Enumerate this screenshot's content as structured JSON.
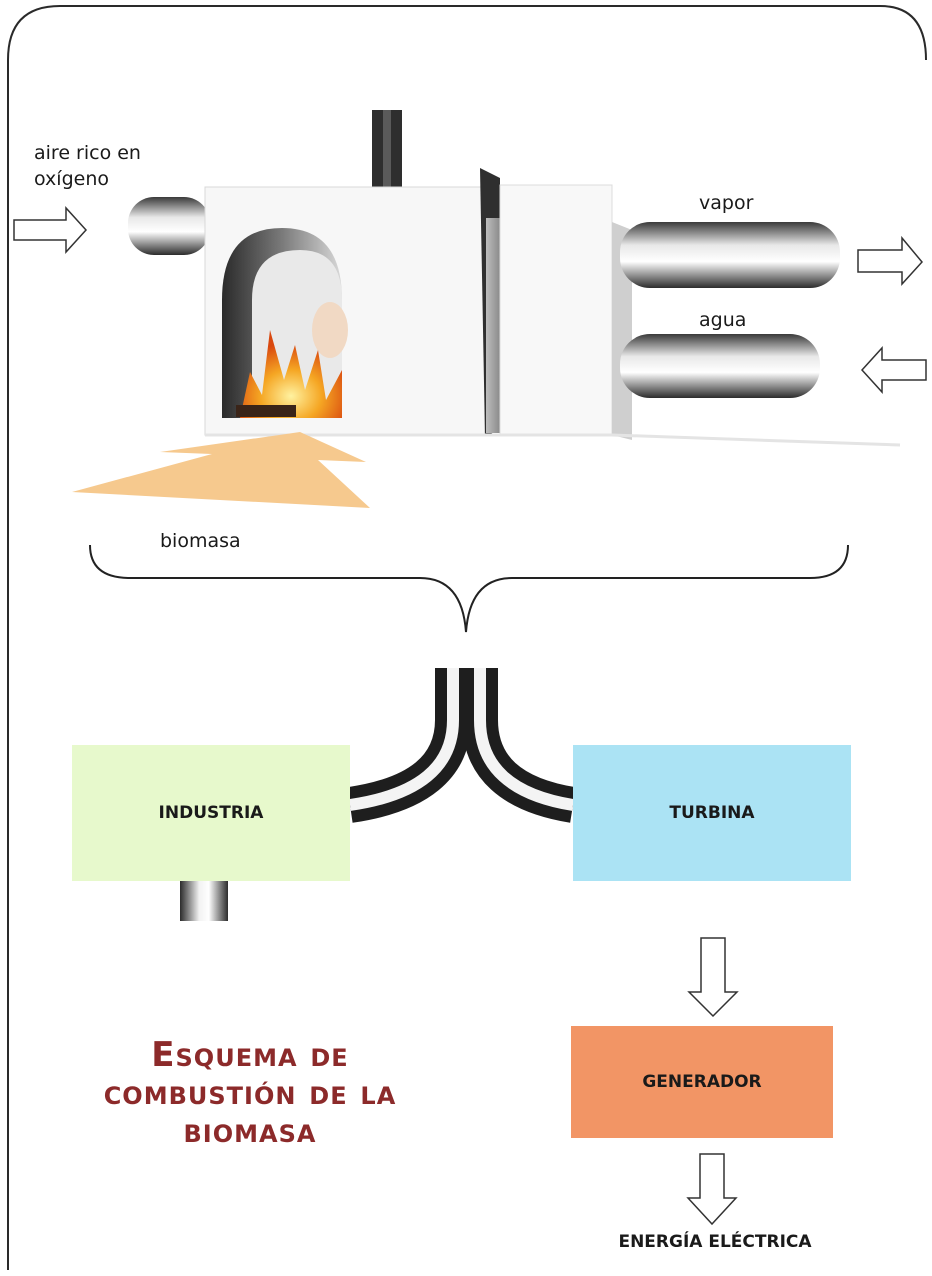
{
  "labels": {
    "air": "aire rico en oxígeno",
    "air_line1": "aire rico en",
    "air_line2": "oxígeno",
    "vapor": "vapor",
    "water": "agua",
    "biomass": "biomasa"
  },
  "boxes": {
    "industry": "INDUSTRIA",
    "turbine": "TURBINA",
    "generator": "GENERADOR"
  },
  "title": {
    "line1": "Esquema de",
    "line2": "combustión de la",
    "line3": "biomasa"
  },
  "output": "ENERGÍA ELÉCTRICA",
  "colors": {
    "industry_box": "#e7f9cc",
    "turbine_box": "#abe3f4",
    "generator_box": "#f29565",
    "title": "#8c2a2a",
    "biomass_arrow": "#f6c98e",
    "flame": "#f07a1a"
  }
}
